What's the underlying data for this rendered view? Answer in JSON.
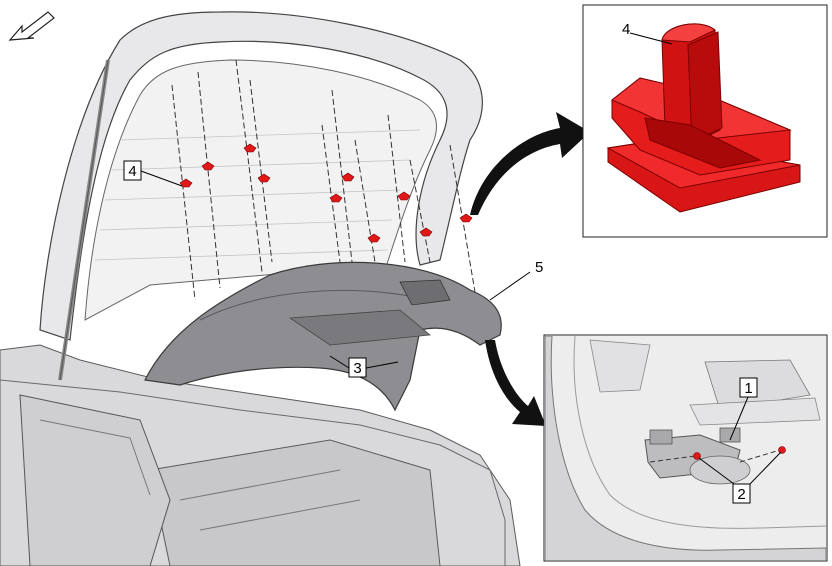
{
  "callouts": {
    "c1": "1",
    "c2": "2",
    "c3": "3",
    "c4_main": "4",
    "c4_detail": "4",
    "c5": "5"
  },
  "colors": {
    "clip_red": "#e01818",
    "panel_grey": "#8e8e92",
    "body_light": "#e6e6e8",
    "line_dark": "#3a3a3a"
  },
  "icons": [
    "front-direction-arrow-icon",
    "curved-pointer-arrow-icon"
  ]
}
